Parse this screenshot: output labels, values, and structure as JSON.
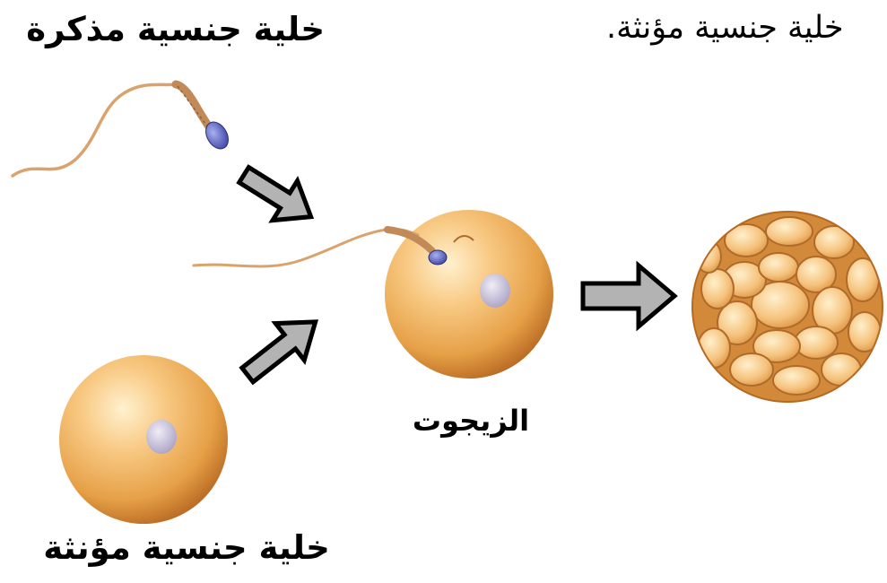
{
  "labels": {
    "male_gamete": "خلية جنسية مذكرة",
    "female_gamete_top": "خلية جنسية مؤنثة.",
    "zygote": "الزيجوت",
    "female_gamete_bottom": "خلية جنسية مؤنثة"
  },
  "colors": {
    "cell_light": "#fde2a8",
    "cell_mid": "#f2b45a",
    "cell_dark": "#c9782a",
    "nucleus": "#c9c3dc",
    "sperm_head": "#5a62c8",
    "sperm_tail": "#d9a36b",
    "arrow_fill": "#b3b3b3",
    "arrow_stroke": "#000000"
  }
}
